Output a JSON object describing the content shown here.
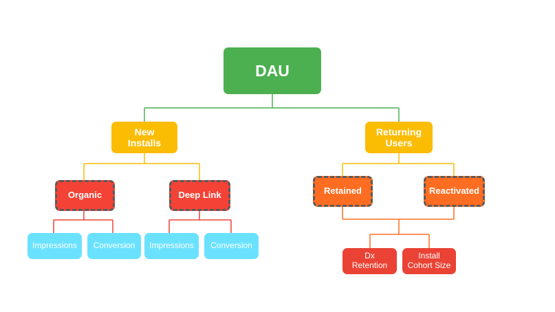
{
  "colors": {
    "root": "#4caf50",
    "mid": "#fbbc04",
    "red": "#f44336",
    "orange": "#ff6d22",
    "blue": "#6ae2ff",
    "dashed_border": "#5a5a5a",
    "edge_green": "#4caf50",
    "edge_yellow": "#fbbc04",
    "edge_red": "#ea4335",
    "edge_orange": "#ff6d22"
  },
  "nodes": {
    "dau": "DAU",
    "new_installs": "New\nInstalls",
    "returning_users": "Returning\nUsers",
    "organic": "Organic",
    "deep_link": "Deep Link",
    "retained": "Retained",
    "reactivated": "Reactivated",
    "organic_impressions": "Impressions",
    "organic_conversion": "Conversion",
    "deeplink_impressions": "Impressions",
    "deeplink_conversion": "Conversion",
    "dx_retention": "Dx\nRetention",
    "install_cohort_size": "Install\nCohort Size"
  }
}
